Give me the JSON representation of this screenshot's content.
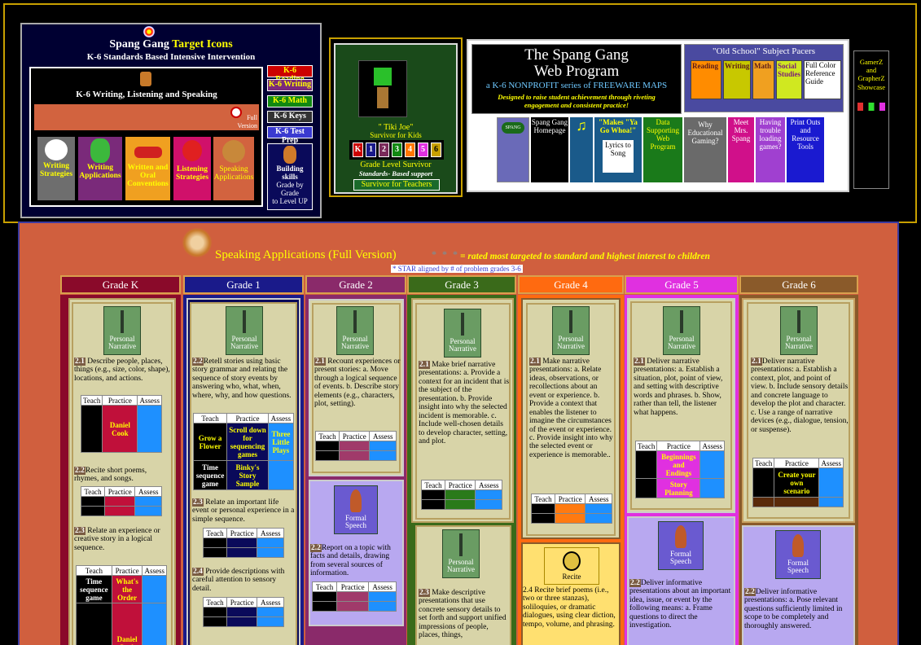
{
  "header_left": {
    "title": "Spang Gang ",
    "title2": "Target Icons",
    "subtitle": "K-6  Standards Based Intensive Intervention",
    "section": "K-6 Writing, Listening and Speaking",
    "full_version": "Full Version",
    "icons": [
      {
        "label": "Writing Strategies"
      },
      {
        "label": "Writing Applications"
      },
      {
        "label": "Written and Oral Conventions"
      },
      {
        "label": "Listening Strategies"
      },
      {
        "label": "Speaking Applications"
      }
    ],
    "side_buttons": [
      "K-6 Reading",
      "K-6 Writing",
      "K-6 Math",
      "K-6 Keys",
      "K-6 Test Prep"
    ],
    "building": "Building skills",
    "grade_by": "Grade by Grade",
    "to_level": "to Level UP"
  },
  "survivor": {
    "name": "\" Tiki Joe\"",
    "for_kids": "Survivor for Kids",
    "grades": [
      "K",
      "1",
      "2",
      "3",
      "4",
      "5",
      "6"
    ],
    "title": "Grade Level Survivor",
    "standards": "Standards- Based support",
    "teachers": "Survivor for Teachers"
  },
  "program": {
    "title1": "The Spang Gang",
    "title2": "Web Program",
    "tagline": "a K-6 NONPROFIT series of FREEWARE MAPS",
    "motto": "Designed to raise student achievement through riveting engagement and consistent practice!"
  },
  "pacers": {
    "title": "\"Old School\"  Subject Pacers",
    "items": [
      "Reading",
      "Writing",
      "Math",
      "Social Studies"
    ],
    "guide": "Full Color Reference Guide"
  },
  "nav": {
    "logo": "SPANG",
    "homepage": "Spang Gang Homepage",
    "song_title": "\"Makes \"Ya Go Whoa!\"",
    "song": "Lyrics to Song",
    "support": "Data Supporting Web Program",
    "why": "Why Educational Gaming?",
    "meet": "Meet Mrs. Spang",
    "trouble": "Having trouble loading games?",
    "printouts": "Print Outs and Resource Tools"
  },
  "gamerz": "GamerZ and GrapherZ Showcase",
  "main": {
    "title": "Speaking Applications (Full Version)",
    "stars": "* * *",
    "legend": "= rated most targeted to standard and highest interest to children",
    "note": "* STAR aligned by # of problem grades 3-6"
  },
  "grades": [
    "Grade K",
    "Grade 1",
    "Grade 2",
    "Grade 3",
    "Grade 4",
    "Grade 5",
    "Grade 6"
  ],
  "table_head": [
    "Teach",
    "Practice",
    "Assess"
  ],
  "cards": {
    "personal": "Personal Narrative",
    "formal": "Formal Speech",
    "recite": "Recite",
    "k1": "Describe people, places, things (e.g., size, color, shape), locations, and actions.",
    "k_game": "Daniel Cook",
    "k2": "Recite short poems, rhymes, and songs.",
    "k3": "Relate an experience or creative story in a logical sequence.",
    "k_g1": "Time sequence game",
    "k_g2": "What's the Order",
    "k_g3": "Daniel Cook",
    "g1_1": "Retell stories using basic story grammar and relating the sequence of story events by answering who, what, when, where, why, and how questions.",
    "g1_games": [
      "Grow a Flower",
      "Scroll down for sequencing games",
      "Three Little Plays",
      "Time sequence game",
      "Binky's Story Sample"
    ],
    "g1_2": "Relate an important life event or personal experience in a simple sequence.",
    "g1_3": "Provide descriptions with careful attention to sensory detail.",
    "g2_1": "Recount experiences or present stories: a. Move through a logical sequence of events. b. Describe story elements (e.g., characters, plot, setting).",
    "g2_2": "Report on a topic with facts and details, drawing from several sources of information.",
    "g3_1": "Make brief narrative presentations: a. Provide a context for an incident that is the subject of the presentation. b. Provide insight into why the selected incident is memorable. c. Include well-chosen details to develop character, setting, and plot.",
    "g3_2": "Make descriptive presentations that use concrete sensory details to set forth and support unified impressions of people, places, things,",
    "g4_1": "Make narrative presentations: a. Relate ideas, observations, or recollections about an event or experience. b. Provide a context that enables the listener to imagine the circumstances of the event or experience. c. Provide insight into why the selected event or experience is memorable..",
    "g4_2": "2.4 Recite brief poems (i.e., two or three stanzas), soliloquies, or dramatic dialogues, using clear diction, tempo, volume, and phrasing.",
    "g5_1": "Deliver narrative presentations: a. Establish a situation, plot, point of view, and setting with descriptive words and phrases. b. Show, rather than tell, the listener what happens.",
    "g5_games": [
      "Beginnings and Endings",
      "Story Planning"
    ],
    "g5_2": "Deliver informative presentations about an important idea, issue, or event by the following means: a. Frame questions to direct the investigation.",
    "g6_1": "Deliver narrative presentations: a. Establish a context, plot, and point of view. b. Include sensory details and concrete language to develop the plot and character. c. Use a range of narrative devices (e.g., dialogue, tension, or suspense).",
    "g6_game": "Create your own scenario",
    "g6_2": "Deliver informative presentations: a. Pose relevant questions sufficiently limited in scope to be completely and thoroughly answered."
  },
  "codes": {
    "c21": "2.1",
    "c22": "2.2",
    "c23": "2.3",
    "c24": "2.4"
  }
}
